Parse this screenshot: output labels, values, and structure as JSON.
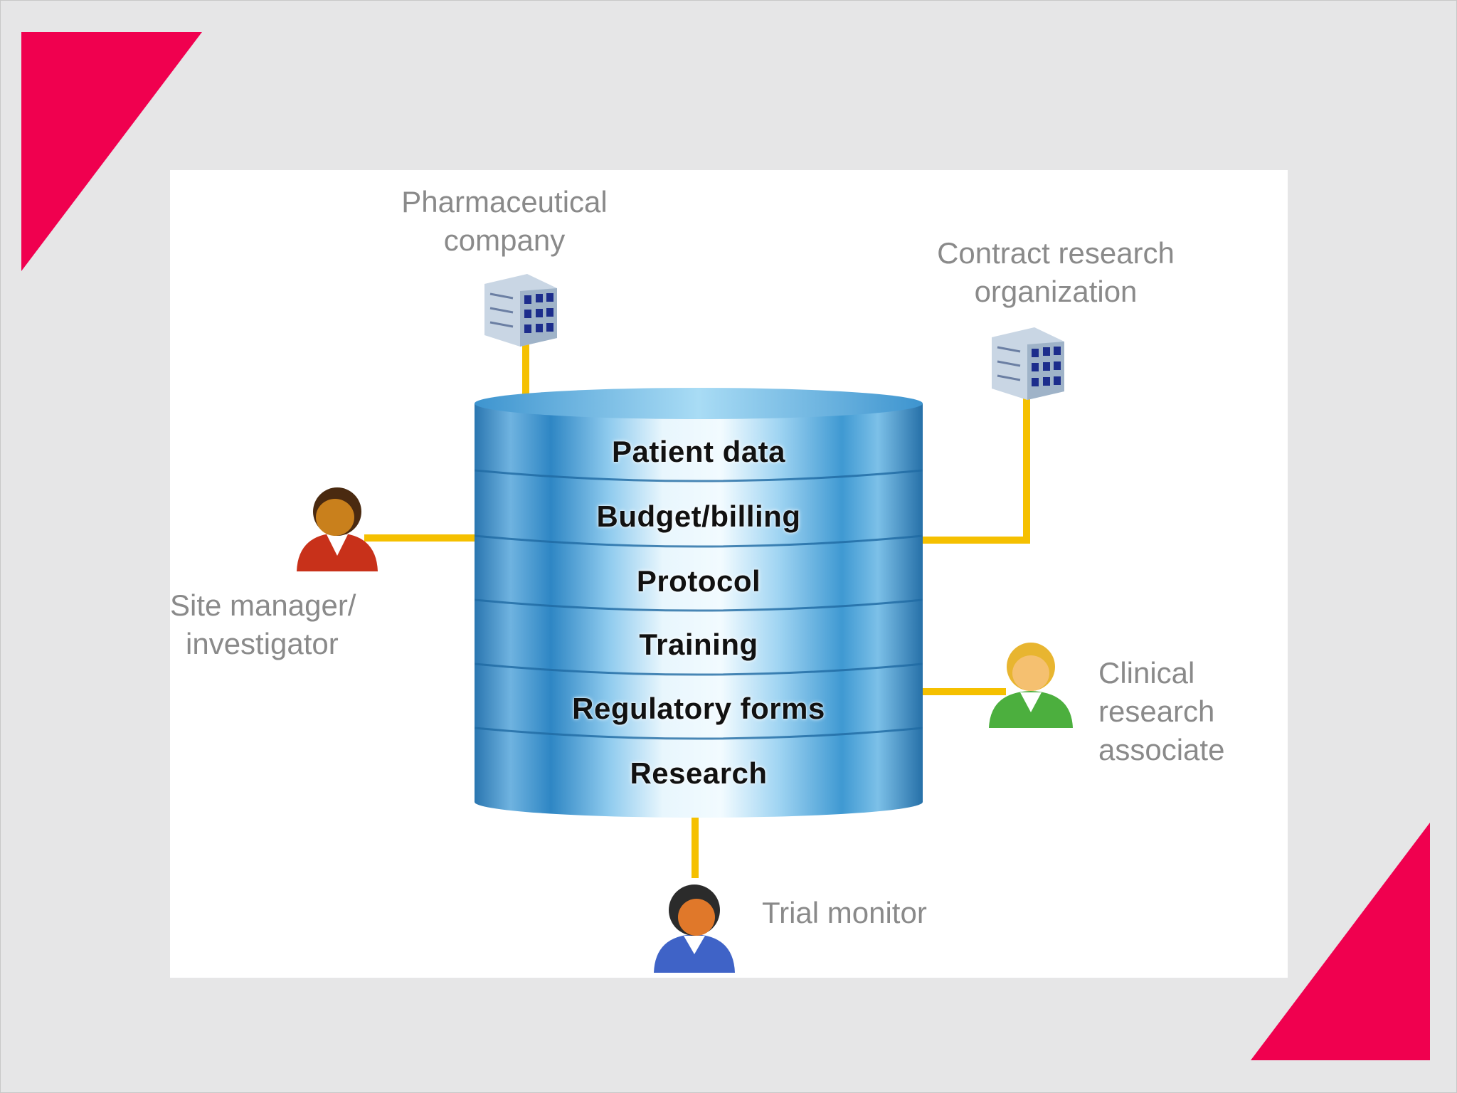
{
  "diagram": {
    "database": {
      "tiers": [
        "Patient data",
        "Budget/billing",
        "Protocol",
        "Training",
        "Regulatory forms",
        "Research"
      ]
    },
    "entities": {
      "pharma": {
        "lines": [
          "Pharmaceutical",
          "company"
        ]
      },
      "cro": {
        "lines": [
          "Contract research",
          "organization"
        ]
      },
      "site": {
        "lines": [
          "Site manager/",
          "investigator"
        ]
      },
      "cra": {
        "lines": [
          "Clinical",
          "research",
          "associate"
        ]
      },
      "monitor": {
        "lines": [
          "Trial  monitor"
        ]
      }
    }
  },
  "colors": {
    "background": "#e6e6e7",
    "accent_triangle": "#f0004f",
    "connector": "#f5c000",
    "cylinder": "#3c92cc",
    "label_gray": "#8a8a8a"
  }
}
